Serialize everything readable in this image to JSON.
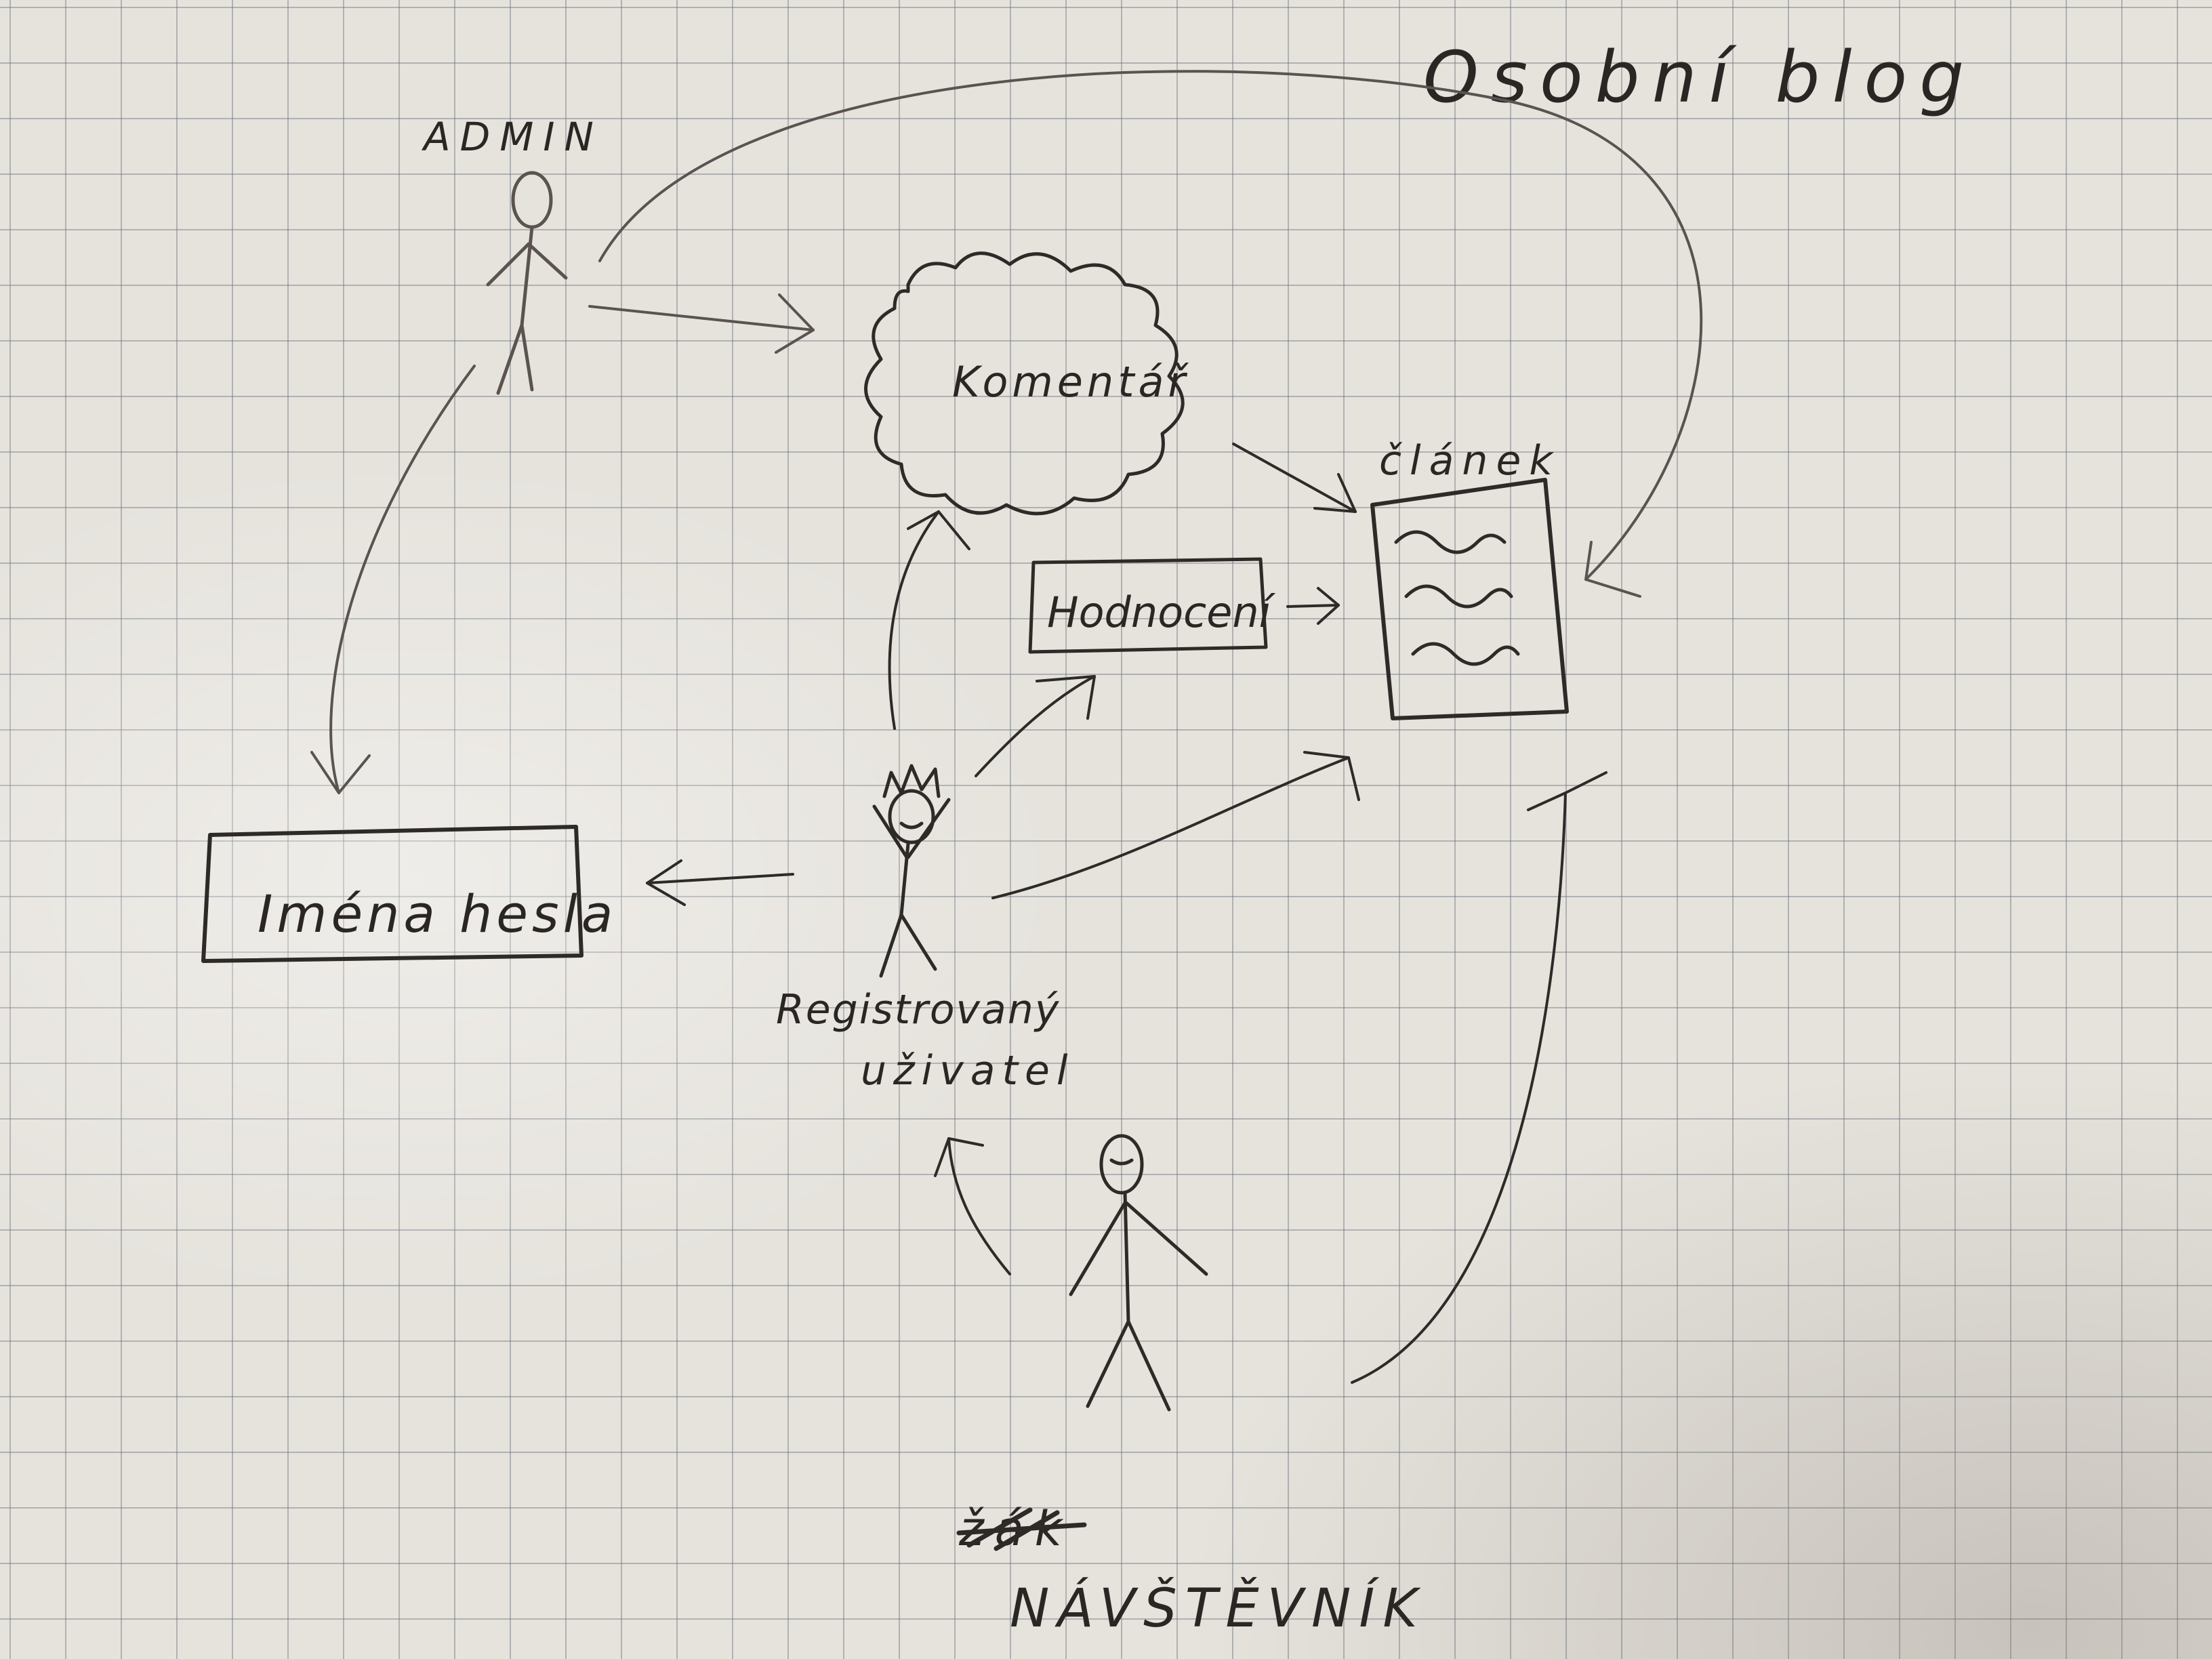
{
  "title": "Osobní blog",
  "actors": {
    "admin": "ADMIN",
    "registered_user": {
      "line1": "Registrovaný",
      "line2": "uživatel"
    },
    "visitor_struck": "žák",
    "visitor": "NÁVŠTĚVNÍK"
  },
  "nodes": {
    "comment": "Komentář",
    "rating": "Hodnocení",
    "article": "článek",
    "credentials": "Iména hesla"
  },
  "colors": {
    "ink": "#2e2a28",
    "grid": "#6e737d",
    "paper": "#e6e3dd"
  }
}
